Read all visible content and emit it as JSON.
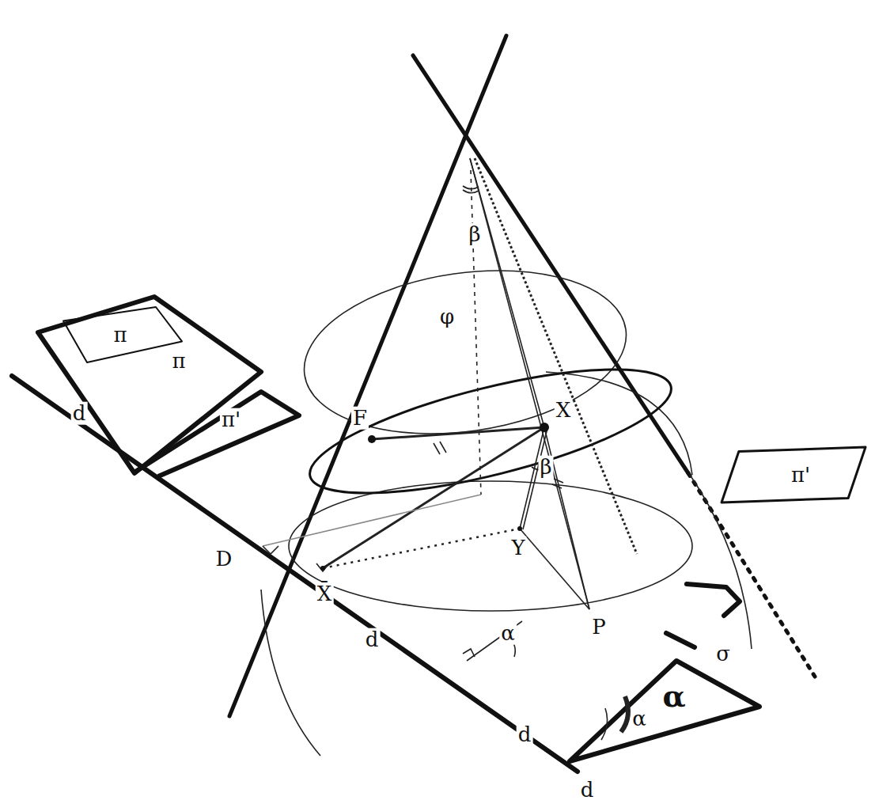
{
  "diagram": {
    "nodes": [
      {
        "text": [
          "π"
        ]
      },
      {
        "text": [
          "π'"
        ]
      }
    ],
    "labels": [
      "π",
      "π'",
      "d",
      "d",
      "d",
      "d",
      "D",
      "X̄",
      "F",
      "φ",
      "X",
      "β",
      "β",
      "Y",
      "P",
      "σ",
      "α",
      "α",
      "α"
    ]
  }
}
